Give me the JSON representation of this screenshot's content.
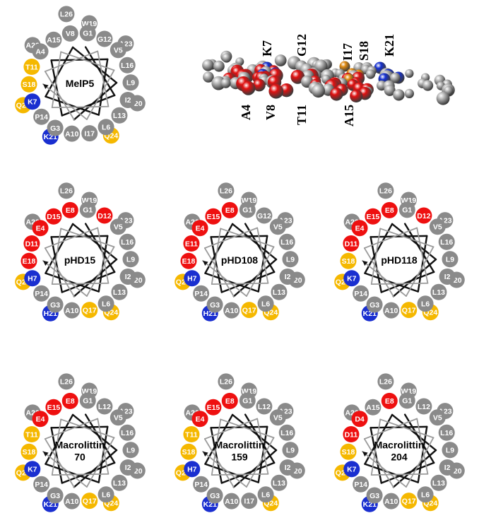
{
  "colors": {
    "neutral": "#8a8a8a",
    "acidic": "#ee1010",
    "basic": "#1a2fd0",
    "polar": "#f5b800",
    "line": "#111111",
    "line_light": "#9a9a9a",
    "mol_grey": "#b9b9b9",
    "mol_red": "#e01010",
    "mol_blue": "#1530d0",
    "mol_orange": "#e08a10"
  },
  "structure": {
    "labels_top": [
      "K7",
      "G12",
      "I17",
      "S18",
      "K21"
    ],
    "labels_bottom": [
      "A4",
      "V8",
      "T11",
      "A15"
    ]
  },
  "wheels": [
    {
      "name": [
        "MelP5"
      ],
      "residues": [
        {
          "label": "G1",
          "type": "neutral"
        },
        {
          "label": "I2",
          "type": "neutral"
        },
        {
          "label": "G3",
          "type": "neutral"
        },
        {
          "label": "A4",
          "type": "neutral"
        },
        {
          "label": "V5",
          "type": "neutral"
        },
        {
          "label": "L6",
          "type": "neutral"
        },
        {
          "label": "K7",
          "type": "basic"
        },
        {
          "label": "V8",
          "type": "neutral"
        },
        {
          "label": "L9",
          "type": "neutral"
        },
        {
          "label": "A10",
          "type": "neutral"
        },
        {
          "label": "T11",
          "type": "polar"
        },
        {
          "label": "G12",
          "type": "neutral"
        },
        {
          "label": "L13",
          "type": "neutral"
        },
        {
          "label": "P14",
          "type": "neutral"
        },
        {
          "label": "A15",
          "type": "neutral"
        },
        {
          "label": "L16",
          "type": "neutral"
        },
        {
          "label": "I17",
          "type": "neutral"
        },
        {
          "label": "S18",
          "type": "polar"
        },
        {
          "label": "W19",
          "type": "neutral"
        },
        {
          "label": "I20",
          "type": "neutral"
        },
        {
          "label": "K21",
          "type": "basic"
        },
        {
          "label": "A22",
          "type": "neutral"
        },
        {
          "label": "A23",
          "type": "neutral"
        },
        {
          "label": "Q24",
          "type": "polar"
        },
        {
          "label": "Q25",
          "type": "polar"
        },
        {
          "label": "L26",
          "type": "neutral"
        }
      ]
    },
    {
      "name": [
        "pHD15"
      ],
      "residues": [
        {
          "label": "G1",
          "type": "neutral"
        },
        {
          "label": "I2",
          "type": "neutral"
        },
        {
          "label": "G3",
          "type": "neutral"
        },
        {
          "label": "E4",
          "type": "acidic"
        },
        {
          "label": "V5",
          "type": "neutral"
        },
        {
          "label": "L6",
          "type": "neutral"
        },
        {
          "label": "H7",
          "type": "basic"
        },
        {
          "label": "E8",
          "type": "acidic"
        },
        {
          "label": "L9",
          "type": "neutral"
        },
        {
          "label": "A10",
          "type": "neutral"
        },
        {
          "label": "D11",
          "type": "acidic"
        },
        {
          "label": "D12",
          "type": "acidic"
        },
        {
          "label": "L13",
          "type": "neutral"
        },
        {
          "label": "P14",
          "type": "neutral"
        },
        {
          "label": "D15",
          "type": "acidic"
        },
        {
          "label": "L16",
          "type": "neutral"
        },
        {
          "label": "Q17",
          "type": "polar"
        },
        {
          "label": "E18",
          "type": "acidic"
        },
        {
          "label": "W19",
          "type": "neutral"
        },
        {
          "label": "I20",
          "type": "neutral"
        },
        {
          "label": "H21",
          "type": "basic"
        },
        {
          "label": "A22",
          "type": "neutral"
        },
        {
          "label": "A23",
          "type": "neutral"
        },
        {
          "label": "Q24",
          "type": "polar"
        },
        {
          "label": "Q25",
          "type": "polar"
        },
        {
          "label": "L26",
          "type": "neutral"
        }
      ]
    },
    {
      "name": [
        "pHD108"
      ],
      "residues": [
        {
          "label": "G1",
          "type": "neutral"
        },
        {
          "label": "I2",
          "type": "neutral"
        },
        {
          "label": "G3",
          "type": "neutral"
        },
        {
          "label": "E4",
          "type": "acidic"
        },
        {
          "label": "V5",
          "type": "neutral"
        },
        {
          "label": "L6",
          "type": "neutral"
        },
        {
          "label": "H7",
          "type": "basic"
        },
        {
          "label": "E8",
          "type": "acidic"
        },
        {
          "label": "L9",
          "type": "neutral"
        },
        {
          "label": "A10",
          "type": "neutral"
        },
        {
          "label": "E11",
          "type": "acidic"
        },
        {
          "label": "G12",
          "type": "neutral"
        },
        {
          "label": "L13",
          "type": "neutral"
        },
        {
          "label": "P14",
          "type": "neutral"
        },
        {
          "label": "E15",
          "type": "acidic"
        },
        {
          "label": "L16",
          "type": "neutral"
        },
        {
          "label": "Q17",
          "type": "polar"
        },
        {
          "label": "E18",
          "type": "acidic"
        },
        {
          "label": "W19",
          "type": "neutral"
        },
        {
          "label": "I20",
          "type": "neutral"
        },
        {
          "label": "H21",
          "type": "basic"
        },
        {
          "label": "A22",
          "type": "neutral"
        },
        {
          "label": "A23",
          "type": "neutral"
        },
        {
          "label": "Q24",
          "type": "polar"
        },
        {
          "label": "Q25",
          "type": "polar"
        },
        {
          "label": "L26",
          "type": "neutral"
        }
      ]
    },
    {
      "name": [
        "pHD118"
      ],
      "residues": [
        {
          "label": "G1",
          "type": "neutral"
        },
        {
          "label": "I2",
          "type": "neutral"
        },
        {
          "label": "G3",
          "type": "neutral"
        },
        {
          "label": "E4",
          "type": "acidic"
        },
        {
          "label": "V5",
          "type": "neutral"
        },
        {
          "label": "L6",
          "type": "neutral"
        },
        {
          "label": "K7",
          "type": "basic"
        },
        {
          "label": "E8",
          "type": "acidic"
        },
        {
          "label": "L9",
          "type": "neutral"
        },
        {
          "label": "A10",
          "type": "neutral"
        },
        {
          "label": "D11",
          "type": "acidic"
        },
        {
          "label": "D12",
          "type": "acidic"
        },
        {
          "label": "L13",
          "type": "neutral"
        },
        {
          "label": "P14",
          "type": "neutral"
        },
        {
          "label": "E15",
          "type": "acidic"
        },
        {
          "label": "L16",
          "type": "neutral"
        },
        {
          "label": "Q17",
          "type": "polar"
        },
        {
          "label": "S18",
          "type": "polar"
        },
        {
          "label": "W19",
          "type": "neutral"
        },
        {
          "label": "I20",
          "type": "neutral"
        },
        {
          "label": "K21",
          "type": "basic"
        },
        {
          "label": "A22",
          "type": "neutral"
        },
        {
          "label": "A23",
          "type": "neutral"
        },
        {
          "label": "Q24",
          "type": "polar"
        },
        {
          "label": "Q25",
          "type": "polar"
        },
        {
          "label": "L26",
          "type": "neutral"
        }
      ]
    },
    {
      "name": [
        "Macrolittin",
        "70"
      ],
      "residues": [
        {
          "label": "G1",
          "type": "neutral"
        },
        {
          "label": "I2",
          "type": "neutral"
        },
        {
          "label": "G3",
          "type": "neutral"
        },
        {
          "label": "E4",
          "type": "acidic"
        },
        {
          "label": "V5",
          "type": "neutral"
        },
        {
          "label": "L6",
          "type": "neutral"
        },
        {
          "label": "K7",
          "type": "basic"
        },
        {
          "label": "E8",
          "type": "acidic"
        },
        {
          "label": "L9",
          "type": "neutral"
        },
        {
          "label": "A10",
          "type": "neutral"
        },
        {
          "label": "T11",
          "type": "polar"
        },
        {
          "label": "L12",
          "type": "neutral"
        },
        {
          "label": "L13",
          "type": "neutral"
        },
        {
          "label": "P14",
          "type": "neutral"
        },
        {
          "label": "E15",
          "type": "acidic"
        },
        {
          "label": "L16",
          "type": "neutral"
        },
        {
          "label": "Q17",
          "type": "polar"
        },
        {
          "label": "S18",
          "type": "polar"
        },
        {
          "label": "W19",
          "type": "neutral"
        },
        {
          "label": "I20",
          "type": "neutral"
        },
        {
          "label": "K21",
          "type": "basic"
        },
        {
          "label": "A22",
          "type": "neutral"
        },
        {
          "label": "A23",
          "type": "neutral"
        },
        {
          "label": "Q24",
          "type": "polar"
        },
        {
          "label": "Q25",
          "type": "polar"
        },
        {
          "label": "L26",
          "type": "neutral"
        }
      ]
    },
    {
      "name": [
        "Macrolittin",
        "159"
      ],
      "residues": [
        {
          "label": "G1",
          "type": "neutral"
        },
        {
          "label": "I2",
          "type": "neutral"
        },
        {
          "label": "G3",
          "type": "neutral"
        },
        {
          "label": "E4",
          "type": "acidic"
        },
        {
          "label": "V5",
          "type": "neutral"
        },
        {
          "label": "L6",
          "type": "neutral"
        },
        {
          "label": "H7",
          "type": "basic"
        },
        {
          "label": "E8",
          "type": "acidic"
        },
        {
          "label": "L9",
          "type": "neutral"
        },
        {
          "label": "A10",
          "type": "neutral"
        },
        {
          "label": "T11",
          "type": "polar"
        },
        {
          "label": "L12",
          "type": "neutral"
        },
        {
          "label": "L13",
          "type": "neutral"
        },
        {
          "label": "P14",
          "type": "neutral"
        },
        {
          "label": "E15",
          "type": "acidic"
        },
        {
          "label": "L16",
          "type": "neutral"
        },
        {
          "label": "I17",
          "type": "neutral"
        },
        {
          "label": "S18",
          "type": "polar"
        },
        {
          "label": "W19",
          "type": "neutral"
        },
        {
          "label": "I20",
          "type": "neutral"
        },
        {
          "label": "K21",
          "type": "basic"
        },
        {
          "label": "A22",
          "type": "neutral"
        },
        {
          "label": "A23",
          "type": "neutral"
        },
        {
          "label": "Q24",
          "type": "polar"
        },
        {
          "label": "Q25",
          "type": "polar"
        },
        {
          "label": "L26",
          "type": "neutral"
        }
      ]
    },
    {
      "name": [
        "Macrolittin",
        "204"
      ],
      "residues": [
        {
          "label": "G1",
          "type": "neutral"
        },
        {
          "label": "I2",
          "type": "neutral"
        },
        {
          "label": "G3",
          "type": "neutral"
        },
        {
          "label": "D4",
          "type": "acidic"
        },
        {
          "label": "V5",
          "type": "neutral"
        },
        {
          "label": "L6",
          "type": "neutral"
        },
        {
          "label": "K7",
          "type": "basic"
        },
        {
          "label": "E8",
          "type": "acidic"
        },
        {
          "label": "L9",
          "type": "neutral"
        },
        {
          "label": "A10",
          "type": "neutral"
        },
        {
          "label": "D11",
          "type": "acidic"
        },
        {
          "label": "L12",
          "type": "neutral"
        },
        {
          "label": "L13",
          "type": "neutral"
        },
        {
          "label": "P14",
          "type": "neutral"
        },
        {
          "label": "A15",
          "type": "neutral"
        },
        {
          "label": "L16",
          "type": "neutral"
        },
        {
          "label": "Q17",
          "type": "polar"
        },
        {
          "label": "S18",
          "type": "polar"
        },
        {
          "label": "W19",
          "type": "neutral"
        },
        {
          "label": "I20",
          "type": "neutral"
        },
        {
          "label": "K21",
          "type": "basic"
        },
        {
          "label": "A22",
          "type": "neutral"
        },
        {
          "label": "A23",
          "type": "neutral"
        },
        {
          "label": "Q24",
          "type": "polar"
        },
        {
          "label": "Q25",
          "type": "polar"
        },
        {
          "label": "L26",
          "type": "neutral"
        }
      ]
    }
  ]
}
